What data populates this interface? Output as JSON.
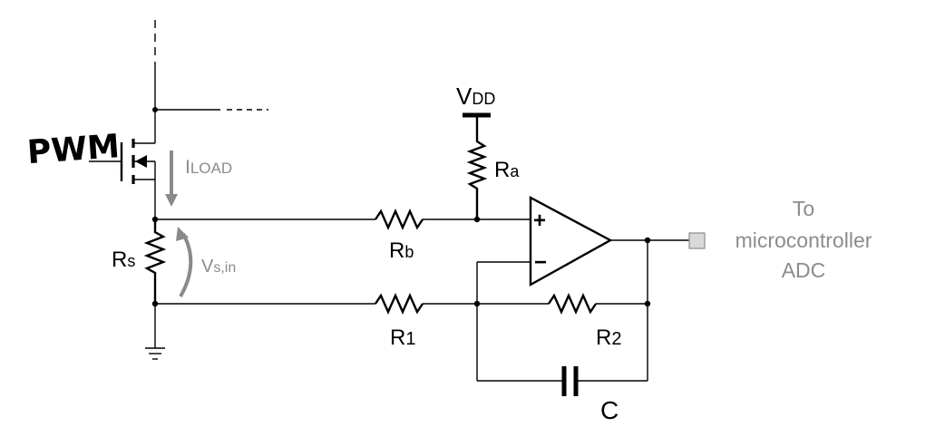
{
  "labels": {
    "pwm": "PWM",
    "iload_main": "I",
    "iload_sub": "LOAD",
    "vdd_main": "V",
    "vdd_sub": "DD",
    "ra_main": "R",
    "ra_sub": "a",
    "rb_main": "R",
    "rb_sub": "b",
    "rs_main": "R",
    "rs_sub": "s",
    "vsin_main": "V",
    "vsin_sub": "s,in",
    "r1_main": "R",
    "r1_sub": "1",
    "r2_main": "R",
    "r2_sub": "2",
    "c": "C",
    "opamp_plus": "+",
    "opamp_minus": "−",
    "output_line1": "To",
    "output_line2": "microcontroller",
    "output_line3": "ADC"
  },
  "colors": {
    "wire": "#000000",
    "annotation": "#8c8c8c",
    "adc_terminal_fill": "#d9d9d9"
  }
}
